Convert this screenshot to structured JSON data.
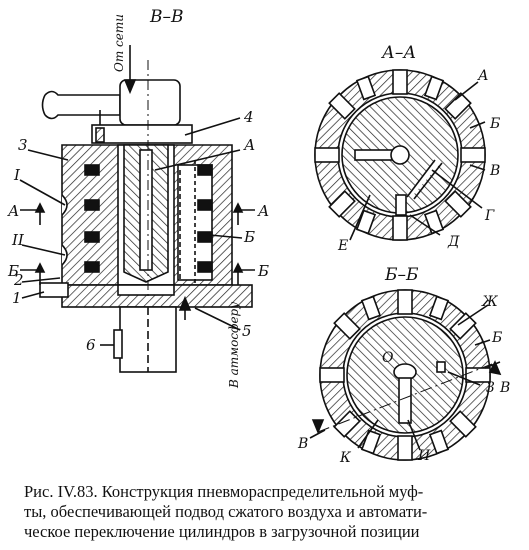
{
  "figure": {
    "views": {
      "vv": {
        "title": "В–В"
      },
      "aa": {
        "title": "А–А"
      },
      "bb": {
        "title": "Б–Б"
      }
    },
    "arrows": {
      "from_network": "От сети",
      "to_atmosphere": "В атмосферу"
    },
    "vv_labels": {
      "n3": "3",
      "nI": "I",
      "nII": "II",
      "n2": "2",
      "n1": "1",
      "n4": "4",
      "A": "А",
      "n5": "5",
      "B_mid": "Б",
      "n6": "6",
      "A_left": "А",
      "A_right": "А",
      "B_left": "Б",
      "B_right": "Б"
    },
    "aa_labels": {
      "A": "А",
      "B": "Б",
      "V": "В",
      "G": "Г",
      "D": "Д",
      "E": "Е"
    },
    "bb_labels": {
      "Zh": "Ж",
      "B": "Б",
      "O": "О",
      "n3": "3",
      "I": "И",
      "K": "К",
      "V_left": "В",
      "V_right": "В"
    }
  },
  "caption": {
    "line1": "Рис. IV.83. Конструкция пневмораспределительной муф-",
    "line2": "ты, обеспечивающей подвод сжатого воздуха и автомати-",
    "line3": "ческое переключение цилиндров в загрузочной позиции"
  }
}
